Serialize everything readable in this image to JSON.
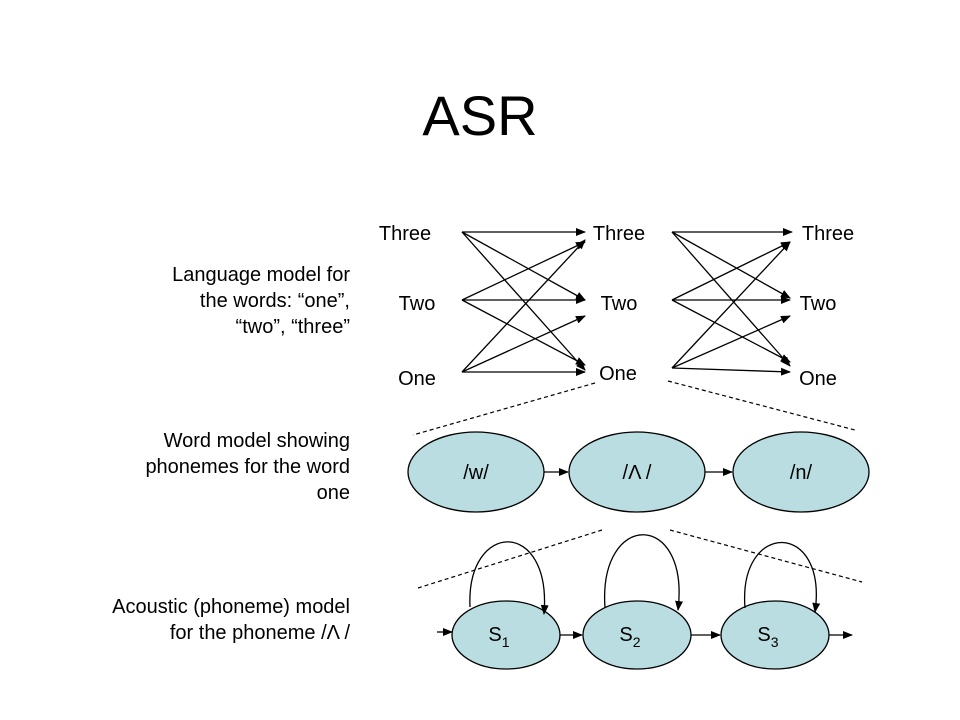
{
  "slide": {
    "title": "ASR"
  },
  "descriptions": {
    "language_model": [
      "Language model for",
      "the words: “one”,",
      "“two”, “three”"
    ],
    "word_model": [
      "Word model showing",
      "phonemes for the word",
      "one"
    ],
    "acoustic_model": [
      "Acoustic (phoneme) model",
      "for the phoneme /Λ /"
    ]
  },
  "language_model": {
    "columns": [
      [
        "Three",
        "Two",
        "One"
      ],
      [
        "Three",
        "Two",
        "One"
      ],
      [
        "Three",
        "Two",
        "One"
      ]
    ]
  },
  "word_model": {
    "phonemes": [
      "/w/",
      "/Λ /",
      "/n/"
    ],
    "fill_color": "#b9dde0",
    "expands_word": "One"
  },
  "acoustic_model": {
    "states": [
      {
        "base": "S",
        "sub": "1"
      },
      {
        "base": "S",
        "sub": "2"
      },
      {
        "base": "S",
        "sub": "3"
      }
    ],
    "fill_color": "#b9dde0",
    "expands_phoneme": "/Λ /"
  }
}
